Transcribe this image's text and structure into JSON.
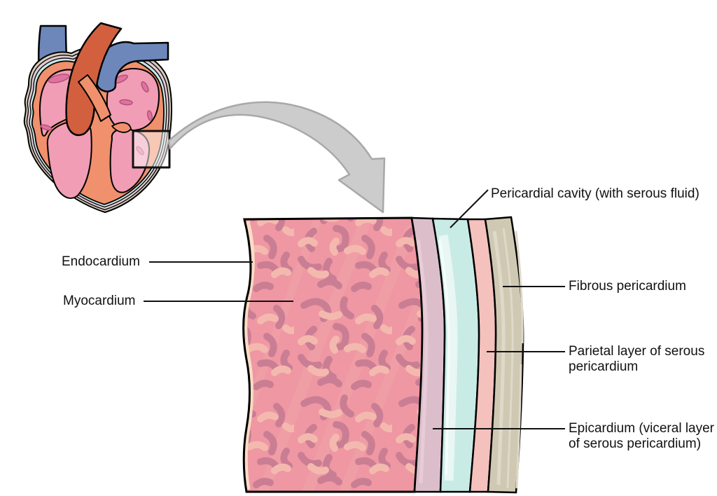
{
  "labels": {
    "pericardial_cavity": "Pericardial cavity (with serous fluid)",
    "fibrous_pericardium": "Fibrous pericardium",
    "parietal_layer": "Parietal layer of serous pericardium",
    "epicardium": "Epicardium (viceral layer of serous pericardium)",
    "endocardium": "Endocardium",
    "myocardium": "Myocardium"
  },
  "icons": {
    "zoom_arrow": "magnifier-arrow",
    "zoom_rectangle": "inset-selection-box"
  },
  "colors": {
    "myocardium_base": "#ef97a3",
    "myocardium_dark": "#ca7e94",
    "myocardium_light": "#f4b9ae",
    "myocardium_streak": "#f2a6a9",
    "endocardium_edge": "#f8dcc4",
    "epicardium_band": "#dcbecb",
    "epicardium_highlight": "#e7ccd8",
    "cavity_band": "#c9ebe6",
    "cavity_highlight": "#e8f7f3",
    "cavity_streak": "#f4fcfa",
    "parietal_band": "#f4c1bd",
    "fibrous_band": "#cfc9b3",
    "fibrous_streak": "#ded9c8",
    "heart_wall": "#f0906d",
    "heart_chamber": "#f09db5",
    "heart_accent": "#e0739d",
    "pericardium_tan": "#d4cebb",
    "pericardium_mauve": "#e4c8d4",
    "pericardium_blue": "#c6e8e3",
    "vessel_blue": "#6d87ba",
    "aorta_red": "#d2603f",
    "arrow_fill": "#cccccc",
    "arrow_stroke": "#a8a8a8",
    "outline": "#000000"
  }
}
